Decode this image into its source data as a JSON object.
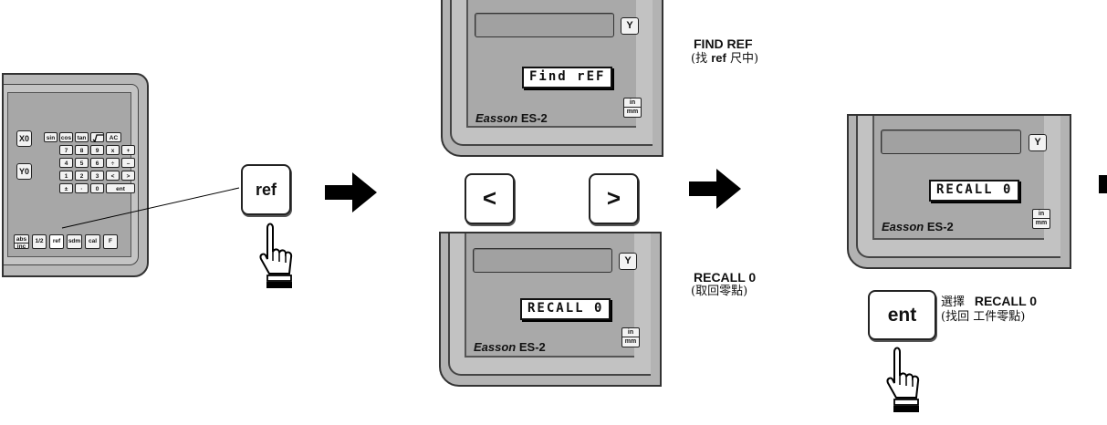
{
  "keypad": {
    "axis_x": "X0",
    "axis_y": "Y0",
    "row1": [
      "sin",
      "cos",
      "tan",
      "",
      "AC"
    ],
    "row2": [
      "7",
      "8",
      "9",
      "x",
      "+"
    ],
    "row3": [
      "4",
      "5",
      "6",
      "÷",
      "–"
    ],
    "row4": [
      "1",
      "2",
      "3",
      "<",
      ">"
    ],
    "row5": [
      "±",
      "·",
      "0",
      "ent"
    ],
    "bottom": {
      "abs_top": "abs",
      "abs_bottom": "inc",
      "half": "1/2",
      "ref": "ref",
      "sdm": "sdm",
      "cal": "cal",
      "f": "F"
    }
  },
  "keys": {
    "ref": "ref",
    "left": "<",
    "right": ">",
    "ent": "ent"
  },
  "panels": {
    "axis_label": "Y",
    "brand_italic": "Easson",
    "brand_model": "ES-2",
    "unit_in": "in",
    "unit_mm": "mm",
    "top_display": "Find rEF",
    "middle_display": "RECALL 0",
    "right_display": "RECALL 0"
  },
  "captions": {
    "find_ref_title": "FIND REF",
    "find_ref_pre": "(找",
    "find_ref_bold": "ref",
    "find_ref_post": "尺中)",
    "recall_title": "RECALL 0",
    "recall_sub": "(取回零點)",
    "select_pre": "選擇",
    "select_bold": "RECALL 0",
    "select_sub": "(找回 工件零點)"
  },
  "colors": {
    "panel": "#b3b3b3",
    "arrow": "#000000"
  }
}
